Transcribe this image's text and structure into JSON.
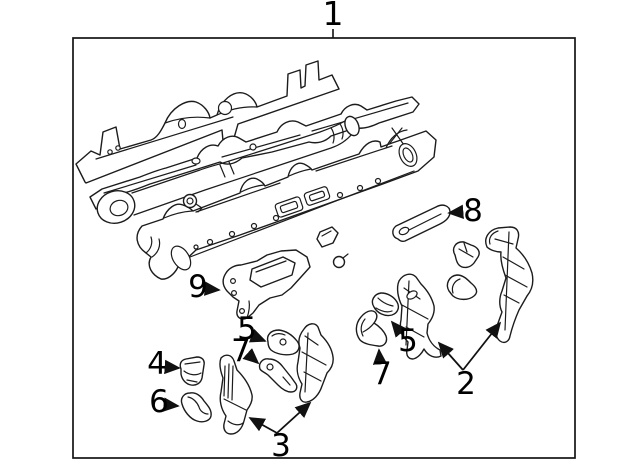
{
  "diagram": {
    "colors": {
      "background": "#ffffff",
      "line": "#1c1c1c",
      "label": "#000000"
    },
    "callouts": [
      {
        "num": "1"
      },
      {
        "num": "8"
      },
      {
        "num": "9"
      },
      {
        "num": "5"
      },
      {
        "num": "7"
      },
      {
        "num": "4"
      },
      {
        "num": "6"
      },
      {
        "num": "3"
      },
      {
        "num": "5"
      },
      {
        "num": "7"
      },
      {
        "num": "2"
      }
    ]
  }
}
